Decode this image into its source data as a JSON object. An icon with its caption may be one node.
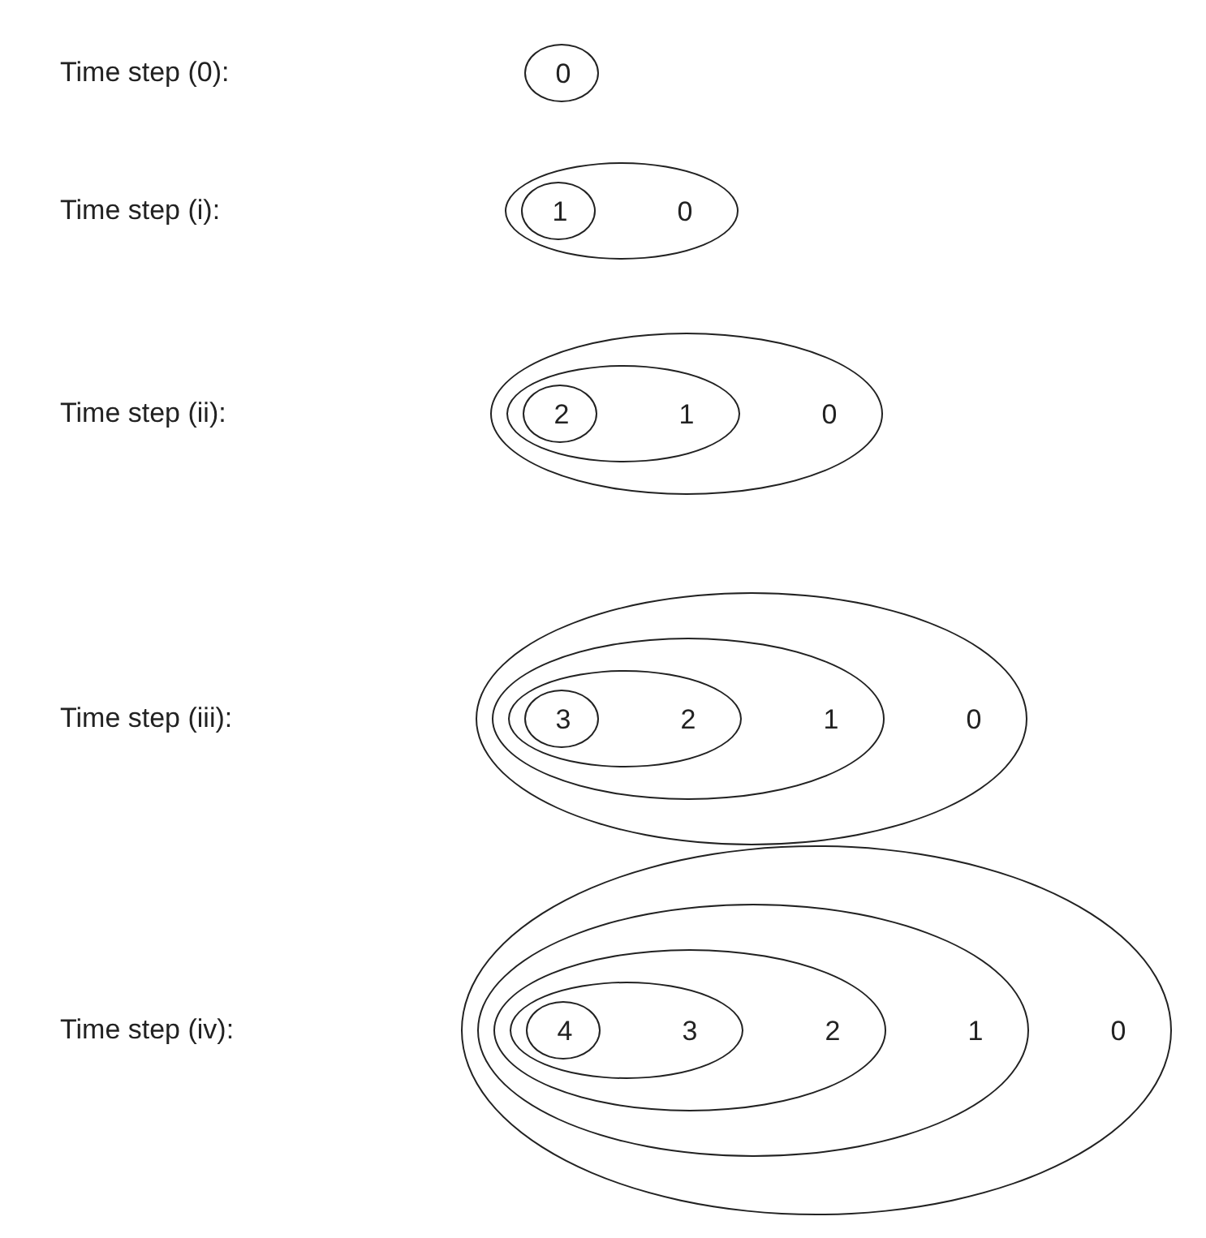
{
  "diagram": {
    "nodes": [
      {
        "text": [
          "0"
        ]
      },
      {
        "text": [
          "0"
        ]
      },
      {
        "text": [
          "1"
        ],
        "in": 1
      },
      {
        "text": [
          "0"
        ]
      },
      {
        "text": [
          "1"
        ],
        "in": 3
      },
      {
        "text": [
          "2"
        ],
        "in": 4
      },
      {
        "text": [
          "0"
        ]
      },
      {
        "text": [
          "1"
        ],
        "in": 6
      },
      {
        "text": [
          "2"
        ],
        "in": 7
      },
      {
        "text": [
          "3"
        ],
        "in": 8
      },
      {
        "text": [
          "0"
        ]
      },
      {
        "text": [
          "1"
        ],
        "in": 10
      },
      {
        "text": [
          "2"
        ],
        "in": 11
      },
      {
        "text": [
          "3"
        ],
        "in": 12
      },
      {
        "text": [
          "4"
        ],
        "in": 13
      }
    ],
    "labels": [
      "Time step (0):",
      "Time step (i):",
      "Time step (ii):",
      "Time step (iii):",
      "Time step (iv):"
    ]
  }
}
